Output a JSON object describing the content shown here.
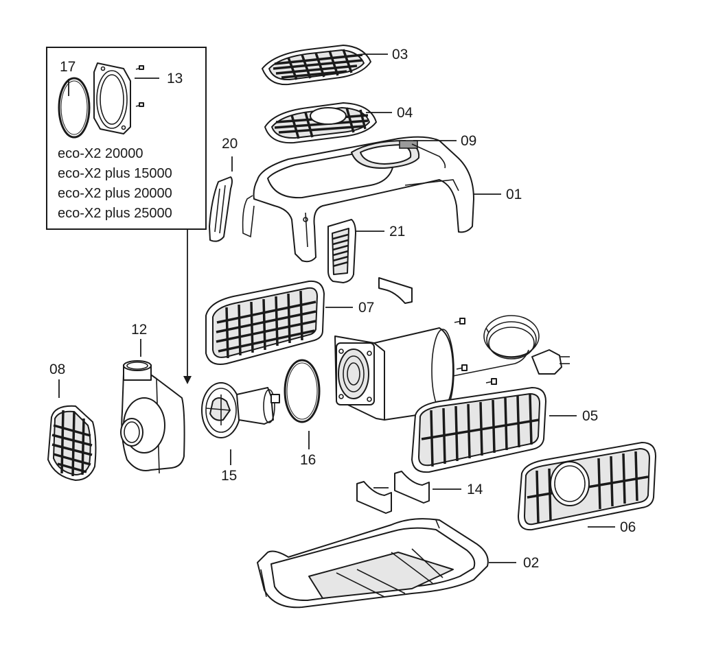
{
  "inset": {
    "models": [
      "eco-X2 20000",
      "eco-X2 plus 15000",
      "eco-X2 plus 20000",
      "eco-X2 plus 25000"
    ],
    "labels": {
      "part_17": "17",
      "part_13": "13"
    }
  },
  "labels": {
    "part_01": "01",
    "part_02": "02",
    "part_03": "03",
    "part_04": "04",
    "part_05": "05",
    "part_06": "06",
    "part_07": "07",
    "part_08": "08",
    "part_09": "09",
    "part_12": "12",
    "part_14": "14",
    "part_15": "15",
    "part_16": "16",
    "part_20": "20",
    "part_21": "21"
  }
}
